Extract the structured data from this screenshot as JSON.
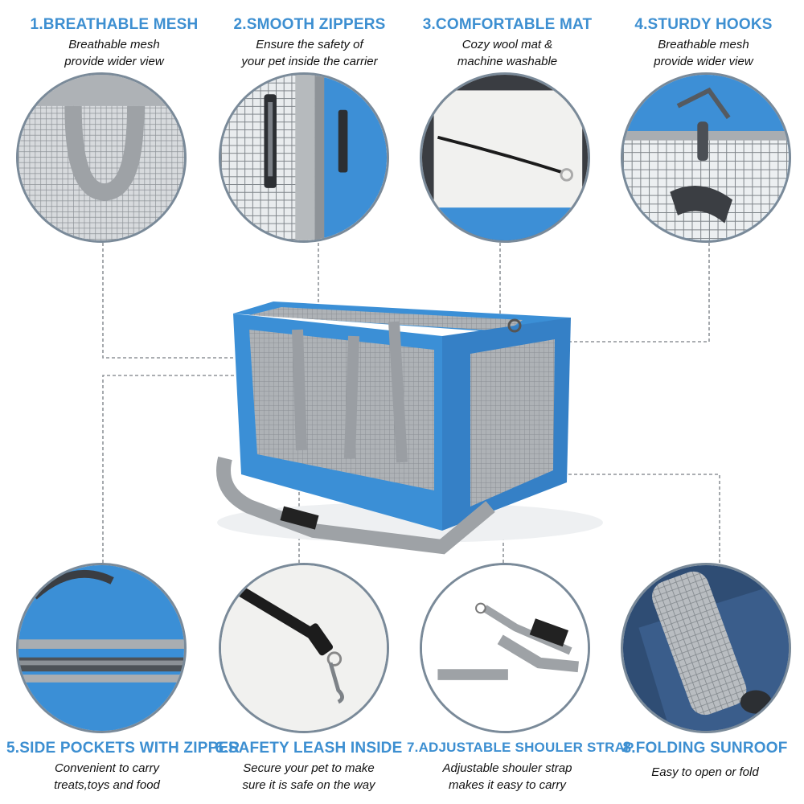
{
  "features": [
    {
      "title": "1.BREATHABLE MESH",
      "desc_line1": "Breathable mesh",
      "desc_line2": "provide wider view",
      "image_icon": "mesh-closeup"
    },
    {
      "title": "2.SMOOTH ZIPPERS",
      "desc_line1": "Ensure the safety of",
      "desc_line2": "your pet inside the carrier",
      "image_icon": "zipper-closeup"
    },
    {
      "title": "3.COMFORTABLE MAT",
      "desc_line1": "Cozy wool mat &",
      "desc_line2": "machine washable",
      "image_icon": "mat-closeup"
    },
    {
      "title": "4.STURDY HOOKS",
      "desc_line1": "Breathable mesh",
      "desc_line2": "provide wider view",
      "image_icon": "hook-closeup"
    },
    {
      "title": "5.SIDE POCKETS WITH ZIPPER",
      "desc_line1": "Convenient to carry",
      "desc_line2": "treats,toys and food",
      "image_icon": "pocket-closeup"
    },
    {
      "title": "6.SAFETY LEASH INSIDE",
      "desc_line1": "Secure your pet to make",
      "desc_line2": "sure it is safe on the way",
      "image_icon": "leash-closeup"
    },
    {
      "title": "7.ADJUSTABLE SHOULER STRAP",
      "desc_line1": "Adjustable shouler strap",
      "desc_line2": "makes it easy to carry",
      "image_icon": "strap-closeup"
    },
    {
      "title": "8.FOLDING SUNROOF",
      "desc_line1": "Easy to open or fold",
      "desc_line2": "",
      "image_icon": "sunroof-closeup"
    }
  ],
  "colors": {
    "title_blue": "#3d8fd1",
    "bag_blue": "#3b8fd6",
    "trim_gray": "#9a9ea3",
    "mesh_gray": "#8a8f94"
  }
}
